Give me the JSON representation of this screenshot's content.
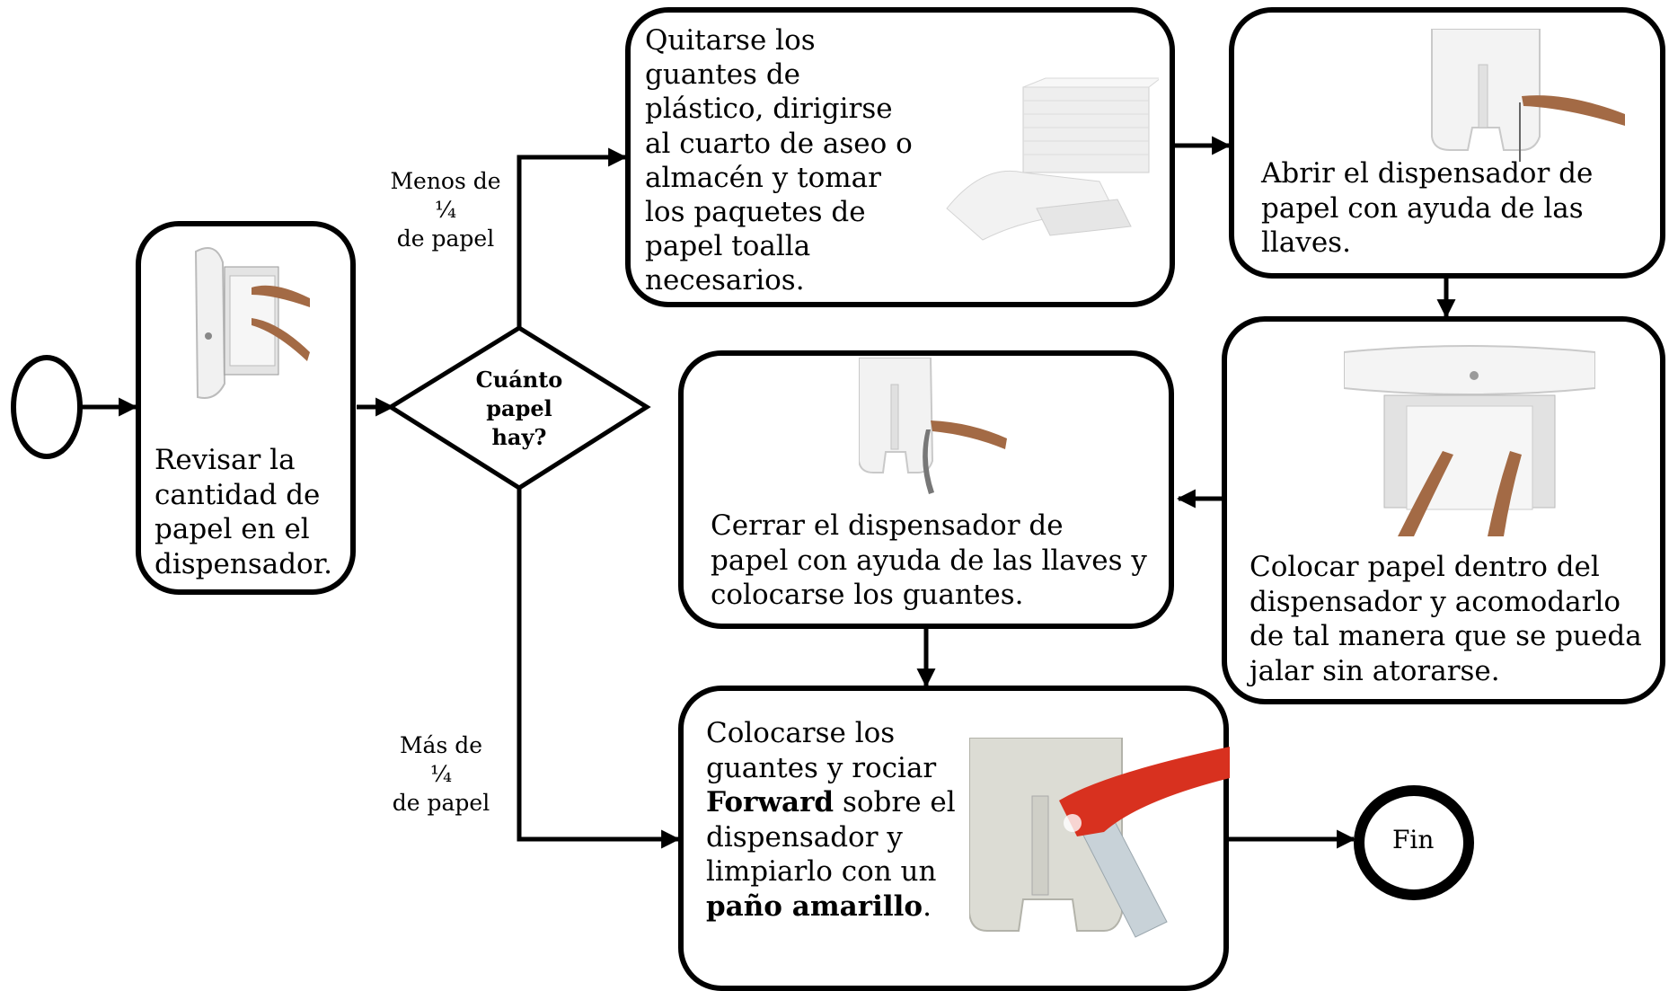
{
  "nodes": {
    "revisar": [
      "Revisar la",
      "cantidad de",
      "papel en el",
      "dispensador."
    ],
    "decision": [
      "Cuánto",
      "papel",
      "hay?"
    ],
    "quitarse": [
      "Quitarse los",
      "guantes de",
      "plástico, dirigirse",
      "al cuarto de aseo o",
      "almacén y tomar",
      "los paquetes de",
      "papel toalla",
      "necesarios."
    ],
    "abrir": [
      "Abrir el dispensador  de",
      "papel con ayuda de las",
      "llaves."
    ],
    "colocar_papel": [
      "Colocar papel dentro del",
      "dispensador y acomodarlo",
      "de tal manera que se pueda",
      "jalar sin atorarse."
    ],
    "cerrar": [
      "Cerrar el dispensador  de",
      "papel con ayuda de las llaves y",
      "colocarse los guantes."
    ],
    "rociar": {
      "l1": "Colocarse los",
      "l2": "guantes y rociar",
      "l3_bold": "Forward",
      "l3_rest": " sobre el",
      "l4": "dispensador y",
      "l5": "limpiarlo con un",
      "l6_bold": "paño amarillo",
      "l6_rest": "."
    },
    "fin": "Fin"
  },
  "edges": {
    "menos": [
      "Menos de",
      "¼",
      "de papel"
    ],
    "mas": [
      "Más de",
      "¼",
      "de papel"
    ]
  },
  "colors": {
    "stroke": "#000000",
    "background": "#ffffff"
  }
}
